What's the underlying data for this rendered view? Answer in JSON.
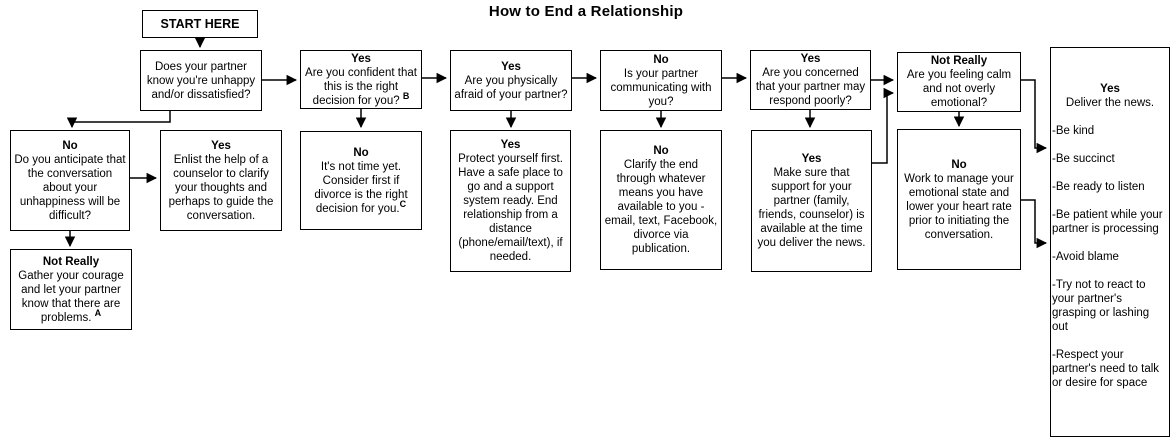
{
  "title": "How to End a Relationship",
  "colors": {
    "background": "#ffffff",
    "line": "#000000",
    "text": "#000000"
  },
  "start_label": "START HERE",
  "nodes": {
    "partner_knows": {
      "text": "Does your partner know you're unhappy and/or dissatisfied?"
    },
    "anticipate_difficult": {
      "label": "No",
      "text": "Do you anticipate that the conversation about your unhappiness will be difficult?"
    },
    "enlist_counselor": {
      "label": "Yes",
      "text": "Enlist the help of a counselor to clarify your thoughts and perhaps to guide the conversation."
    },
    "gather_courage": {
      "label": "Not Really",
      "text": "Gather your courage and let your partner know that there are problems. ",
      "superscript": "A"
    },
    "confident_decision": {
      "label": "Yes",
      "text": "Are you confident that this is the right decision for you? ",
      "superscript": "B"
    },
    "not_time_yet": {
      "label": "No",
      "text": "It's not time yet. Consider first if divorce is the right decision for you.",
      "superscript": "C"
    },
    "physically_afraid": {
      "label": "Yes",
      "text": "Are you physically afraid of your partner?"
    },
    "protect_yourself": {
      "label": "Yes",
      "text": "Protect yourself first. Have a safe place to go and a support system ready. End relationship from a distance (phone/email/text), if needed."
    },
    "partner_communicating": {
      "label": "No",
      "text": "Is your partner communicating with you?"
    },
    "clarify_end": {
      "label": "No",
      "text": "Clarify the end through whatever means you have available to you - email, text, Facebook, divorce via publication."
    },
    "concerned_respond_poorly": {
      "label": "Yes",
      "text": "Are you concerned that your partner may respond poorly?"
    },
    "support_available": {
      "label": "Yes",
      "text": "Make sure that support for your partner (family, friends, counselor) is available at the time you deliver the news."
    },
    "feeling_calm": {
      "label": "Not Really",
      "text": "Are you feeling calm and not overly emotional?"
    },
    "manage_emotions": {
      "label": "No",
      "text": "Work to manage your emotional state and lower your heart rate prior to initiating the conversation."
    },
    "deliver_news": {
      "label": "Yes",
      "text": "Deliver the news.",
      "bullets": [
        "Be kind",
        "Be succinct",
        "Be ready to listen",
        "Be patient while your partner is processing",
        "Avoid blame",
        "Try not to react to your partner's grasping or lashing out",
        "Respect your partner's need to talk or desire for space"
      ]
    }
  }
}
